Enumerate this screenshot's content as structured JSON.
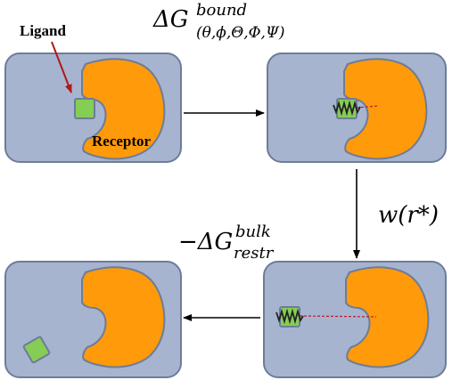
{
  "labels": {
    "ligand": "Ligand",
    "receptor": "Receptor"
  },
  "equations": {
    "bound": {
      "prefix": "ΔG",
      "superscript": "bound",
      "subscript": "(θ,ϕ,Θ,Φ,Ψ)"
    },
    "pmf": {
      "text": "w(r*)"
    },
    "bulk": {
      "prefix": "−ΔG",
      "superscript": "bulk",
      "subscript": "restr"
    }
  },
  "colors": {
    "panel_fill": "#a7b4cf",
    "panel_stroke": "#6d7c9a",
    "receptor_fill": "#ff9a0a",
    "receptor_stroke": "#6d7c9a",
    "ligand_fill": "#86cd55",
    "ligand_stroke": "#6d7c9a",
    "ligand_label_arrow": "#b01818",
    "restraint_line": "#c0172a",
    "arrow": "#000000",
    "receptor_label": "#000000"
  }
}
